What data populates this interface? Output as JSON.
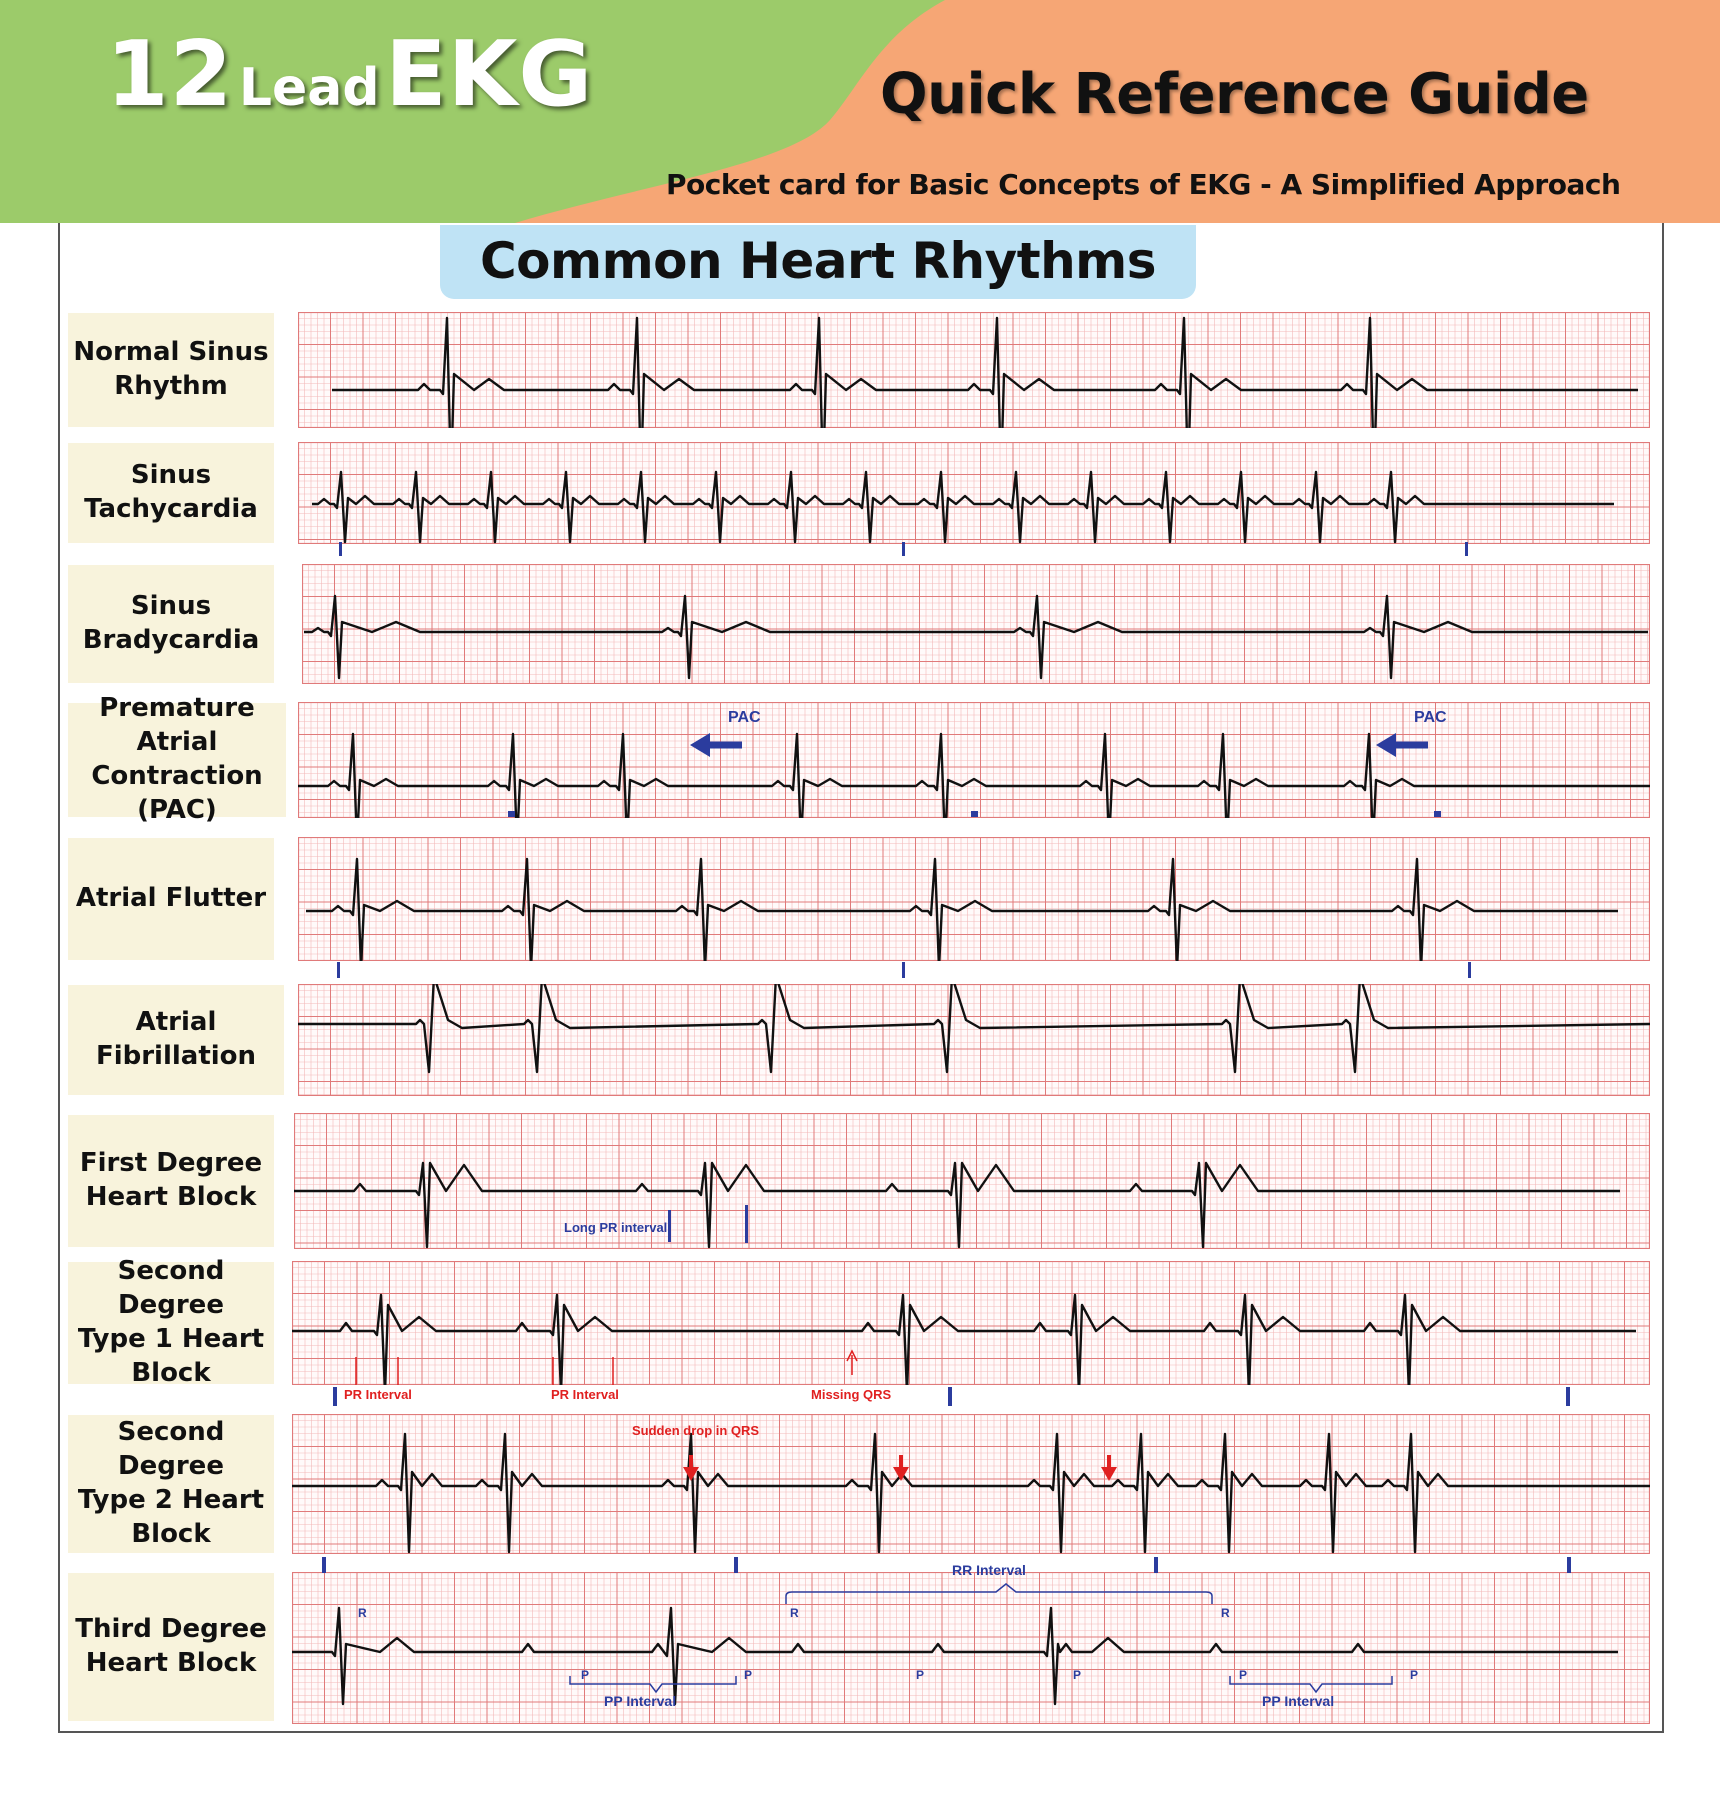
{
  "header": {
    "logo_number": "12",
    "logo_lead": "Lead",
    "logo_ekg": "EKG",
    "title": "Quick Reference Guide",
    "subtitle": "Pocket card for Basic Concepts of EKG - A Simplified Approach",
    "colors": {
      "green": "#9ccb6a",
      "orange": "#f6a675"
    }
  },
  "section_title": "Common Heart Rhythms",
  "rhythms": [
    {
      "label": "Normal Sinus\nRhythm"
    },
    {
      "label": "Sinus\nTachycardia"
    },
    {
      "label": "Sinus\nBradycardia"
    },
    {
      "label": "Premature\nAtrial\nContraction (PAC)",
      "annotations": [
        "PAC",
        "PAC"
      ]
    },
    {
      "label": "Atrial Flutter"
    },
    {
      "label": "Atrial Fibrillation"
    },
    {
      "label": "First Degree\nHeart Block",
      "annotations": [
        "Long PR interval"
      ]
    },
    {
      "label": "Second Degree\nType 1 Heart\nBlock",
      "annotations": [
        "PR Interval",
        "PR Interval",
        "Missing QRS"
      ]
    },
    {
      "label": "Second Degree\nType 2 Heart\nBlock",
      "annotations": [
        "Sudden drop in QRS",
        "RR Interval"
      ]
    },
    {
      "label": "Third Degree\nHeart Block",
      "annotations": [
        "R",
        "R",
        "R",
        "P",
        "P",
        "P",
        "P",
        "P",
        "P",
        "PP Interval",
        "PP Interval"
      ]
    }
  ],
  "colors": {
    "grid_minor": "#f3b9b9",
    "grid_major": "#e07a7a",
    "trace": "#111111",
    "marker": "#2b3c9e",
    "annotation_red": "#e02020",
    "label_bg": "#f8f3dc",
    "title_bg": "#bfe3f5"
  }
}
